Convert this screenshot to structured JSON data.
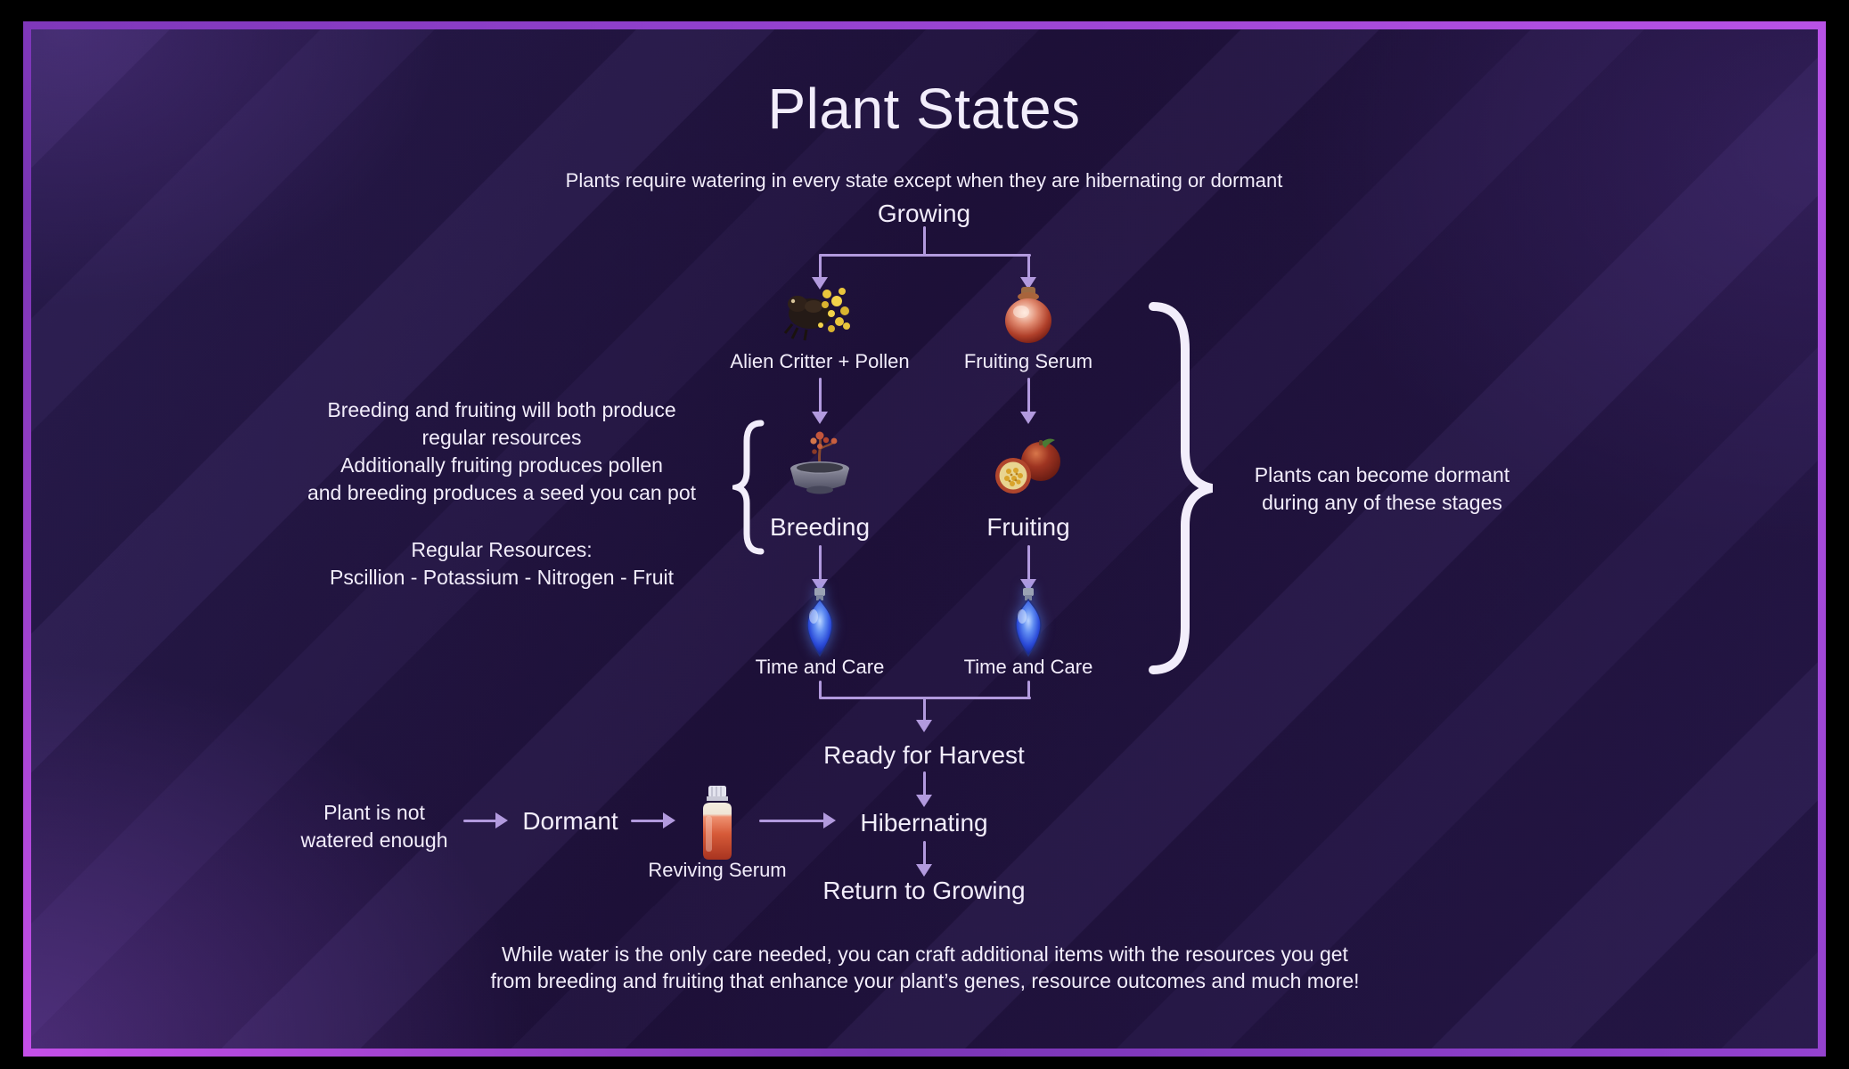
{
  "title": "Plant States",
  "subtitle": "Plants require watering in every state except when they are hibernating or dormant",
  "flow": {
    "growing": "Growing",
    "alien_critter_pollen": "Alien Critter + Pollen",
    "fruiting_serum": "Fruiting Serum",
    "breeding": "Breeding",
    "fruiting": "Fruiting",
    "time_and_care_breeding": "Time and Care",
    "time_and_care_fruiting": "Time and Care",
    "ready_for_harvest": "Ready for Harvest",
    "hibernating": "Hibernating",
    "return_to_growing": "Return to Growing"
  },
  "dormant_flow": {
    "cause": "Plant is not\nwatered enough",
    "dormant": "Dormant",
    "reviving_serum": "Reviving Serum"
  },
  "notes": {
    "breeding_fruiting": "Breeding and fruiting will both produce\nregular resources\nAdditionally fruiting produces pollen\nand breeding produces a seed you can pot",
    "regular_resources": "Regular Resources:\nPscillion - Potassium - Nitrogen - Fruit",
    "dormant_note": "Plants can become dormant\nduring any of these stages",
    "footer": "While water is the only care needed, you can craft additional items with the resources you get\nfrom breeding and fruiting that enhance your plant’s genes, resource outcomes and much more!"
  },
  "icons": {
    "alien_critter": "alien critter with pollen",
    "fruiting_serum": "fruiting serum jar",
    "breeding_pot": "breeding pot with sprout",
    "fruit": "passion fruit whole and halved",
    "care_potion": "blue time-and-care potion",
    "reviving_serum": "reviving serum bottle"
  },
  "colors": {
    "background": "#1d1038",
    "frame_border": "#a94fe0",
    "arrow": "#b29ade",
    "text": "#f2edfb",
    "brace": "#f2edfb"
  }
}
